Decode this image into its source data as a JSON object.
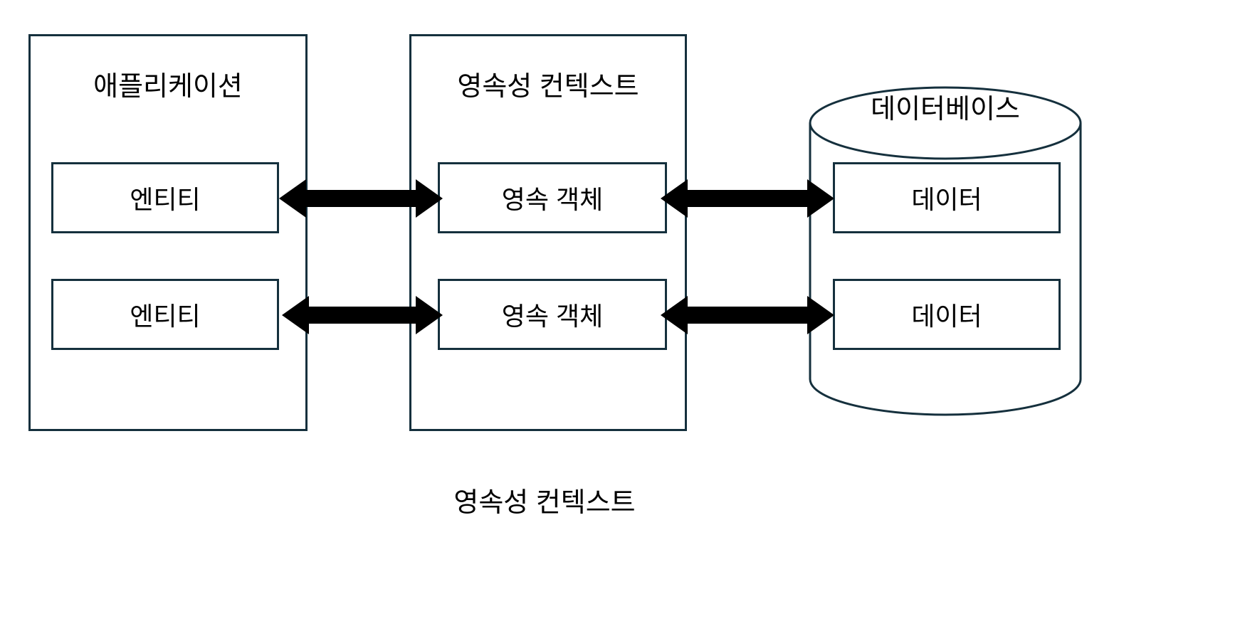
{
  "diagram": {
    "caption": "영속성 컨텍스트",
    "colors": {
      "border": "#15303d",
      "arrow": "#000000",
      "background": "#ffffff",
      "text": "#000000"
    },
    "columns": [
      {
        "id": "application",
        "title": "애플리케이션",
        "shape": "rectangle",
        "items": [
          "엔티티",
          "엔티티"
        ]
      },
      {
        "id": "persistence-context",
        "title": "영속성 컨텍스트",
        "shape": "rectangle",
        "items": [
          "영속 객체",
          "영속 객체"
        ]
      },
      {
        "id": "database",
        "title": "데이터베이스",
        "shape": "cylinder",
        "items": [
          "데이터",
          "데이터"
        ]
      }
    ],
    "connectors": [
      {
        "id": "app-ctx-row1",
        "from": "엔티티",
        "to": "영속 객체",
        "style": "double-headed-arrow",
        "icon": "double-arrow-horizontal-icon"
      },
      {
        "id": "app-ctx-row2",
        "from": "엔티티",
        "to": "영속 객체",
        "style": "double-headed-arrow",
        "icon": "double-arrow-horizontal-icon"
      },
      {
        "id": "ctx-db-row1",
        "from": "영속 객체",
        "to": "데이터",
        "style": "double-headed-arrow",
        "icon": "double-arrow-horizontal-icon"
      },
      {
        "id": "ctx-db-row2",
        "from": "영속 객체",
        "to": "데이터",
        "style": "double-headed-arrow",
        "icon": "double-arrow-horizontal-icon"
      }
    ]
  }
}
